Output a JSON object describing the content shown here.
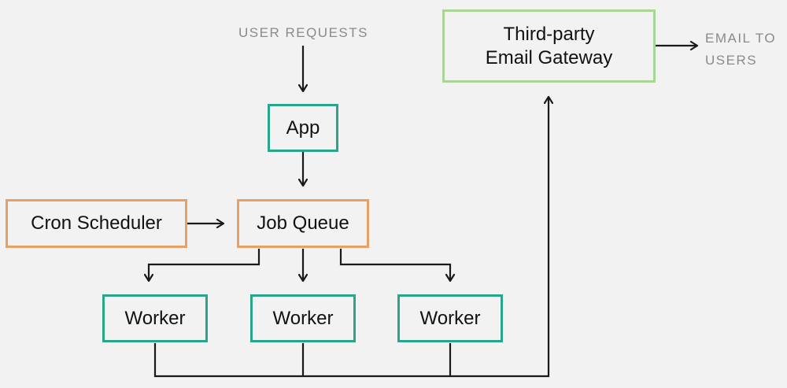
{
  "colors": {
    "primary_box": "#2aa58a",
    "scheduler_box": "#e8a064",
    "gateway_box": "#a9d596",
    "line": "#1a1a1a",
    "external_label": "#8a8a8a",
    "background": "#f2f2f2"
  },
  "labels": {
    "user_requests": "USER REQUESTS",
    "email_to_users": [
      "EMAIL TO",
      "USERS"
    ]
  },
  "nodes": {
    "gateway": [
      "Third-party",
      "Email Gateway"
    ],
    "app": "App",
    "scheduler": "Cron Scheduler",
    "queue": "Job Queue",
    "workers": [
      "Worker",
      "Worker",
      "Worker"
    ]
  }
}
